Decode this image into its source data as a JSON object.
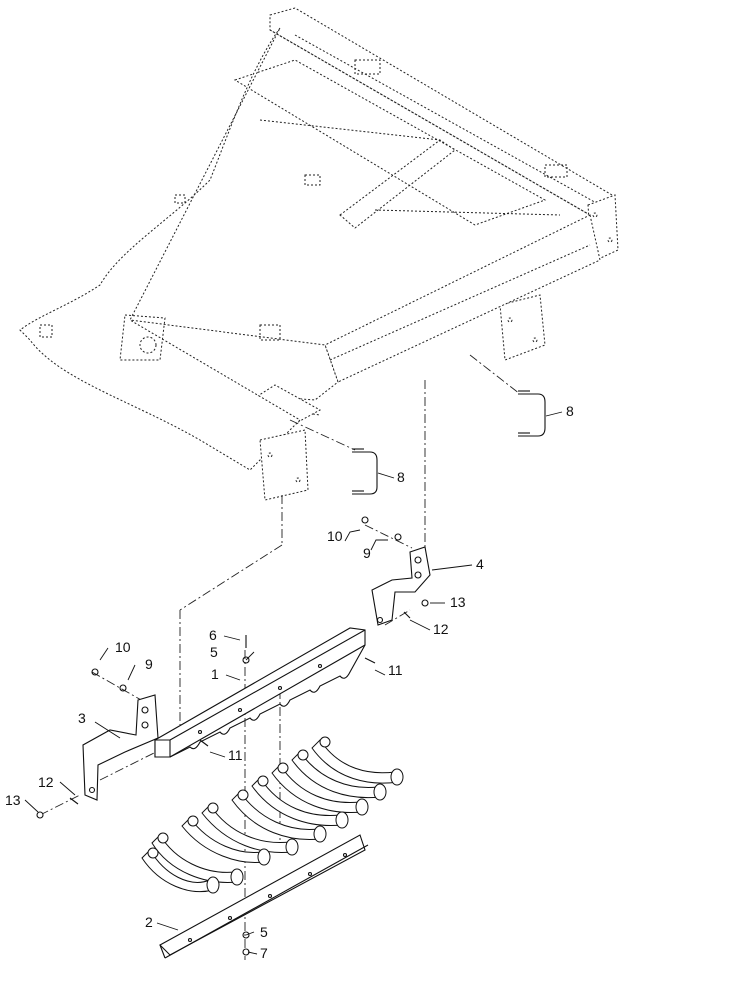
{
  "labels": [
    {
      "id": "l1",
      "text": "1"
    },
    {
      "id": "l2",
      "text": "2"
    },
    {
      "id": "l3",
      "text": "3"
    },
    {
      "id": "l4",
      "text": "4"
    },
    {
      "id": "l5a",
      "text": "5"
    },
    {
      "id": "l5b",
      "text": "5"
    },
    {
      "id": "l6",
      "text": "6"
    },
    {
      "id": "l7",
      "text": "7"
    },
    {
      "id": "l8a",
      "text": "8"
    },
    {
      "id": "l8b",
      "text": "8"
    },
    {
      "id": "l9a",
      "text": "9"
    },
    {
      "id": "l9b",
      "text": "9"
    },
    {
      "id": "l10a",
      "text": "10"
    },
    {
      "id": "l10b",
      "text": "10"
    },
    {
      "id": "l11a",
      "text": "11"
    },
    {
      "id": "l11b",
      "text": "11"
    },
    {
      "id": "l12a",
      "text": "12"
    },
    {
      "id": "l12b",
      "text": "12"
    },
    {
      "id": "l13a",
      "text": "13"
    },
    {
      "id": "l13b",
      "text": "13"
    }
  ]
}
